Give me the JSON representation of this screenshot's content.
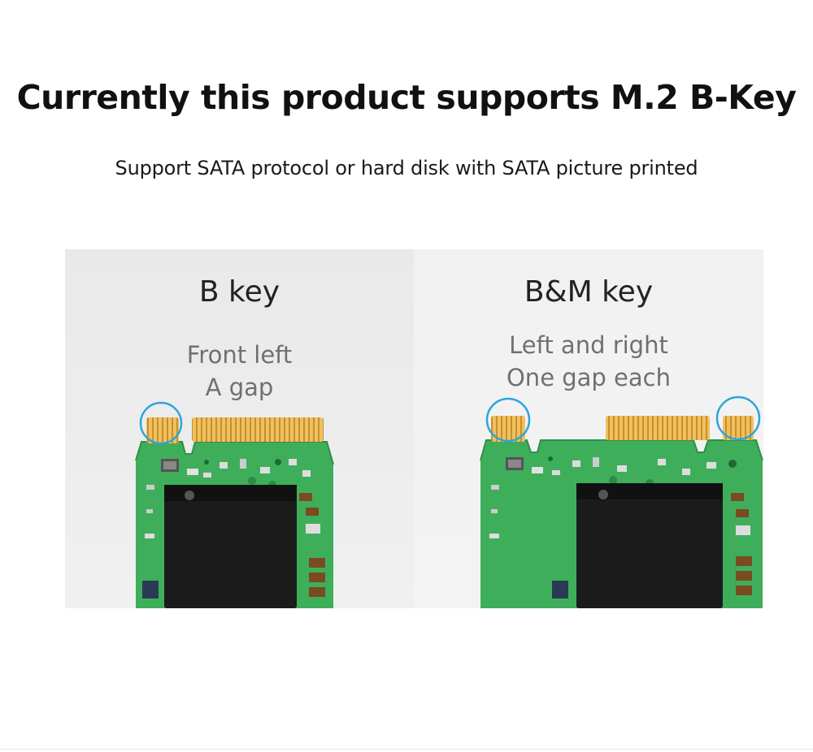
{
  "header": {
    "title": "Currently this product supports M.2 B-Key",
    "subtitle": "Support SATA protocol or hard disk with SATA picture printed"
  },
  "panels": [
    {
      "title": "B key",
      "desc_line1": "Front left",
      "desc_line2": "A gap"
    },
    {
      "title": "B&M key",
      "desc_line1": "Left and right",
      "desc_line2": "One gap each"
    }
  ],
  "colors": {
    "pcb_green": "#3fae5b",
    "gold_contacts": "#d9a43a",
    "chip_black": "#1b1b1b",
    "highlight_circle": "#2aa6dc"
  }
}
